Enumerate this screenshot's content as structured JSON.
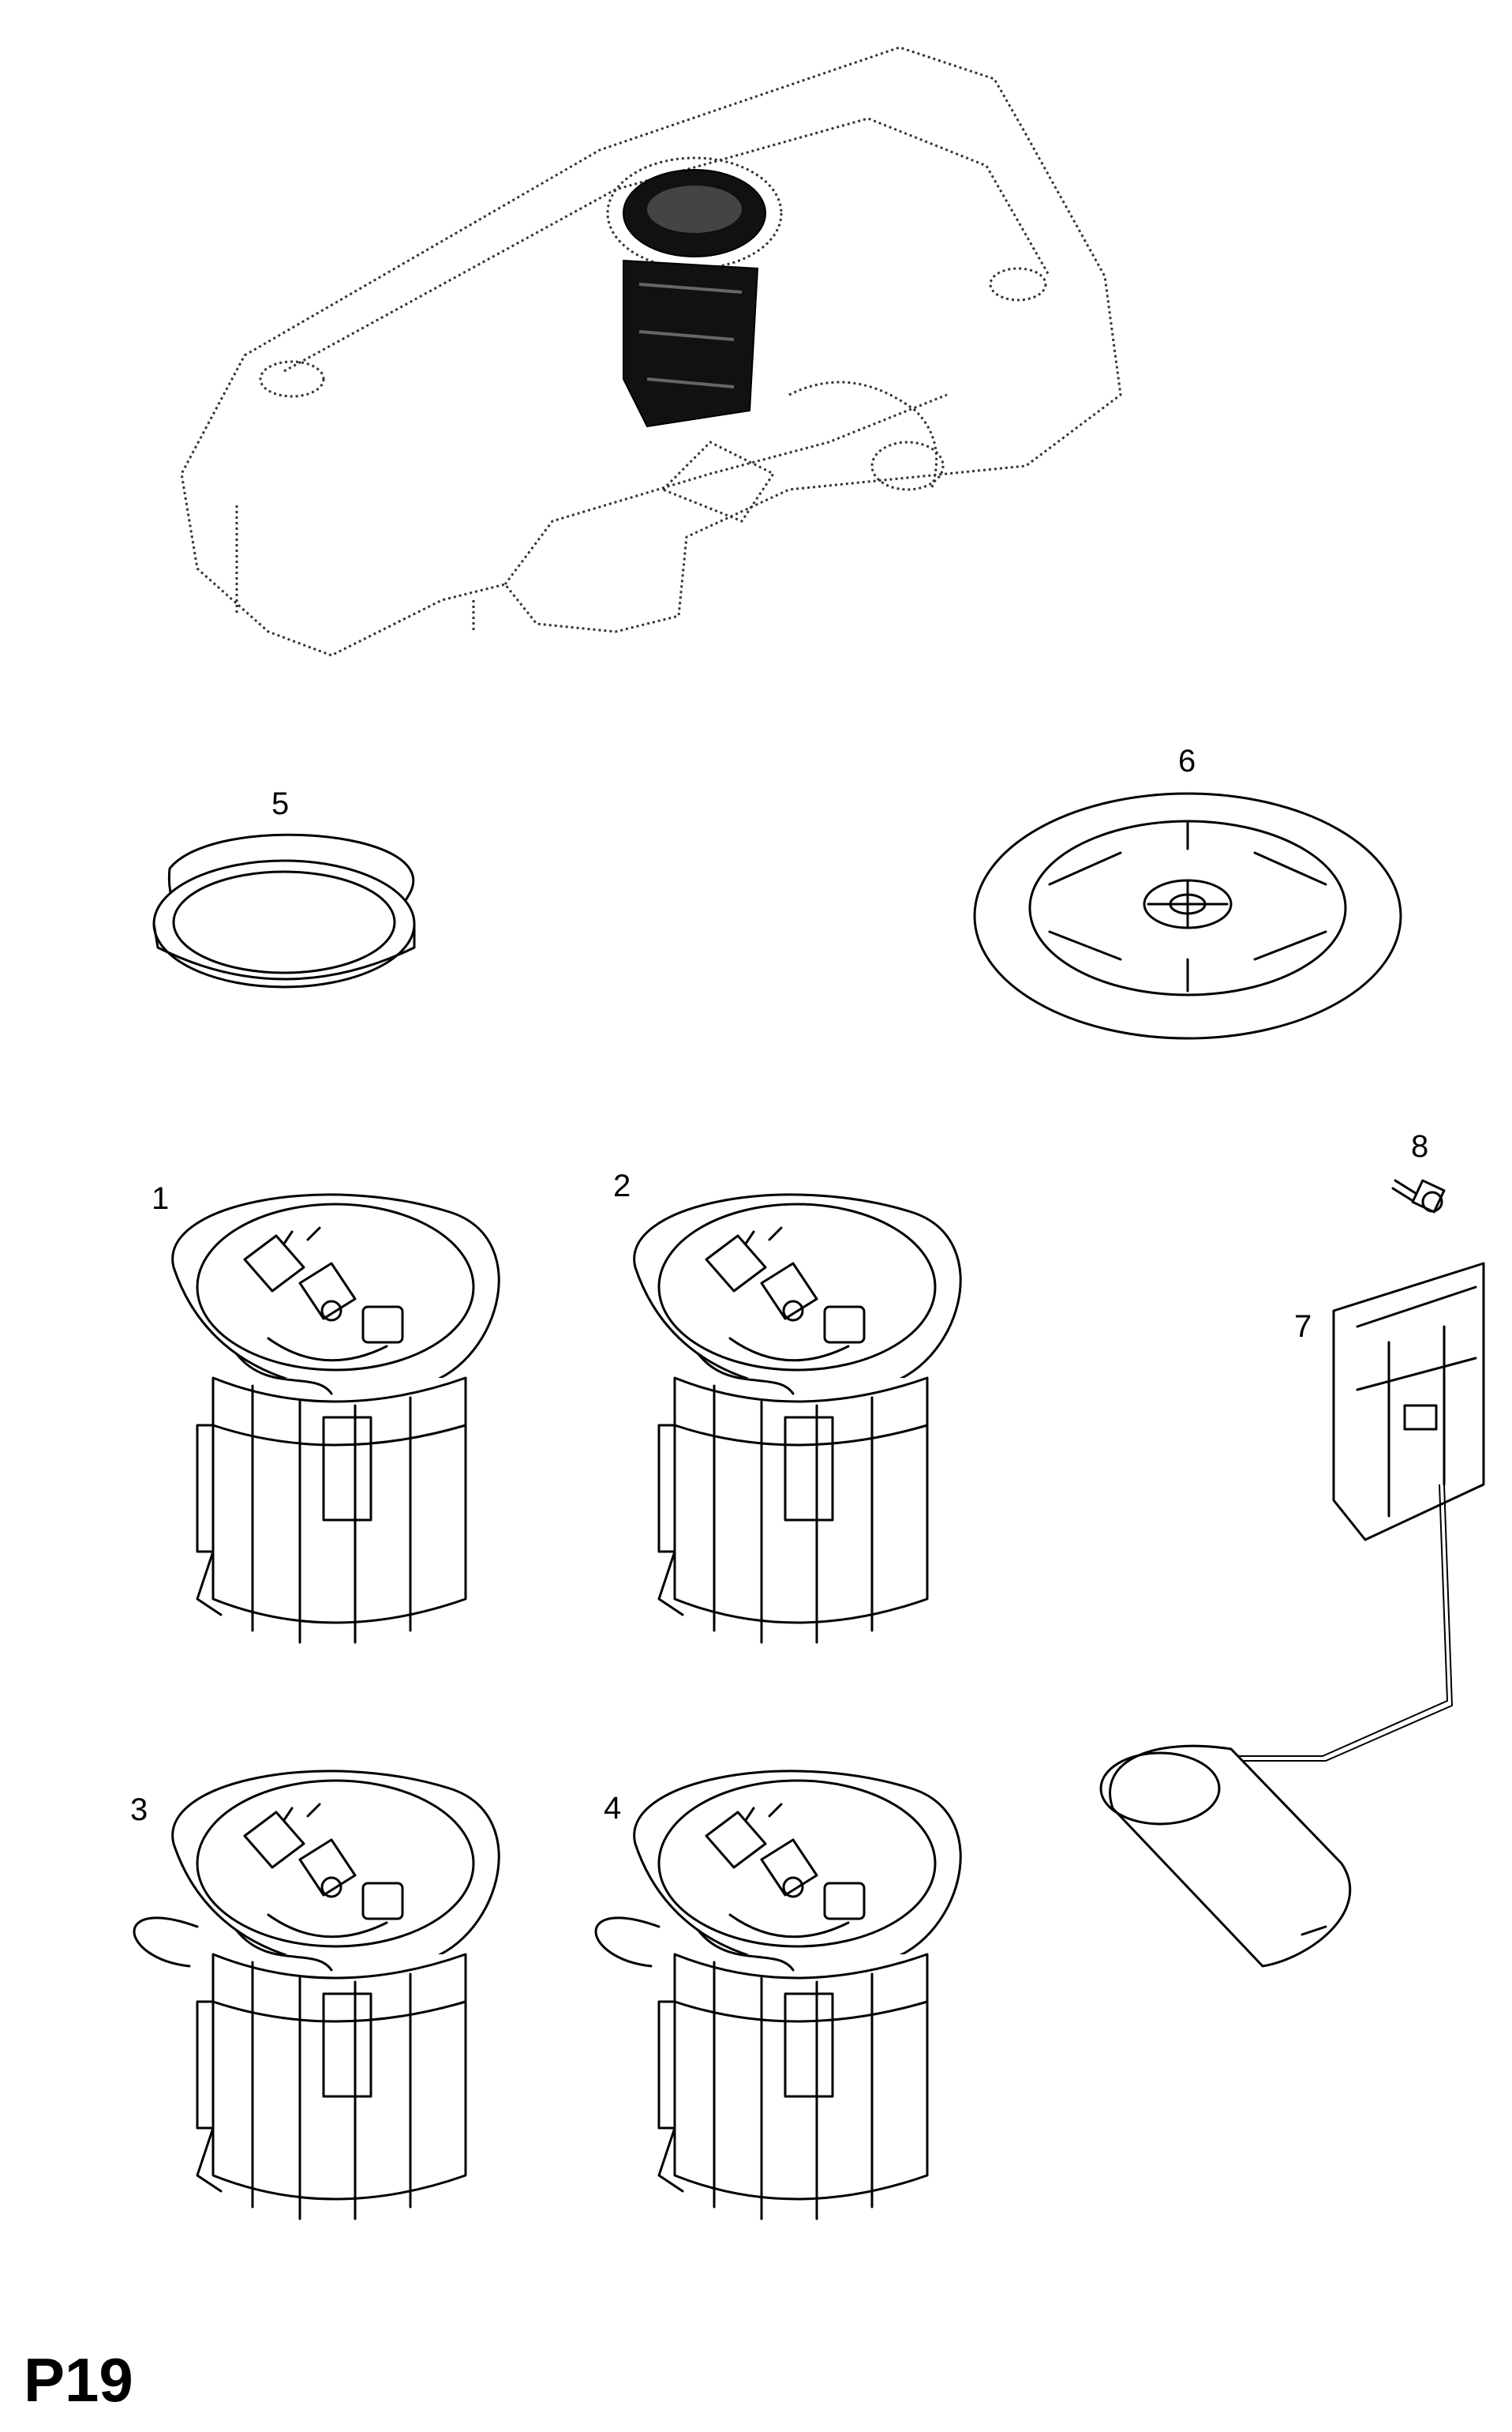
{
  "diagram": {
    "page_code": "P19",
    "callouts": {
      "c1": "1",
      "c2": "2",
      "c3": "3",
      "c4": "4",
      "c5": "5",
      "c6": "6",
      "c7": "7",
      "c8": "8"
    }
  }
}
